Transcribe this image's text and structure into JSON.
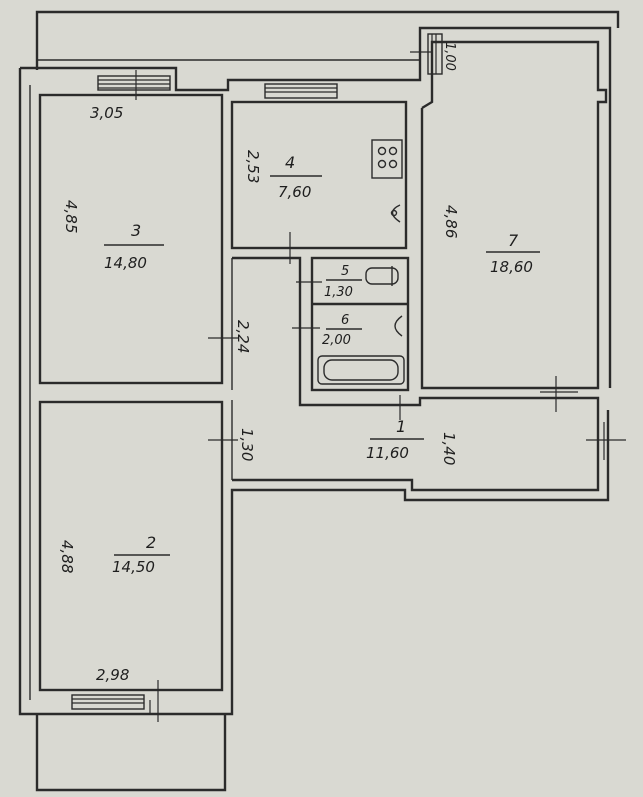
{
  "rooms": [
    {
      "number": "3",
      "area": "14,80",
      "dim_v": "4,85",
      "dim_h": "3,05"
    },
    {
      "number": "4",
      "area": "7,60",
      "dim_v": "2,53"
    },
    {
      "number": "7",
      "area": "18,60",
      "dim_v": "4,86"
    },
    {
      "number": "5",
      "area": "1,30"
    },
    {
      "number": "6",
      "area": "2,00"
    },
    {
      "number": "1",
      "area": "11,60"
    },
    {
      "number": "2",
      "area": "14,50",
      "dim_v": "4,88",
      "dim_h": "2,98"
    }
  ],
  "dimensions": {
    "balcony_top": "1,00",
    "hall_upper": "2,24",
    "hall_lower": "1,30",
    "hall_right": "1,40"
  },
  "colors": {
    "paper": "#d9d9d2",
    "ink": "#2b2b2b"
  }
}
